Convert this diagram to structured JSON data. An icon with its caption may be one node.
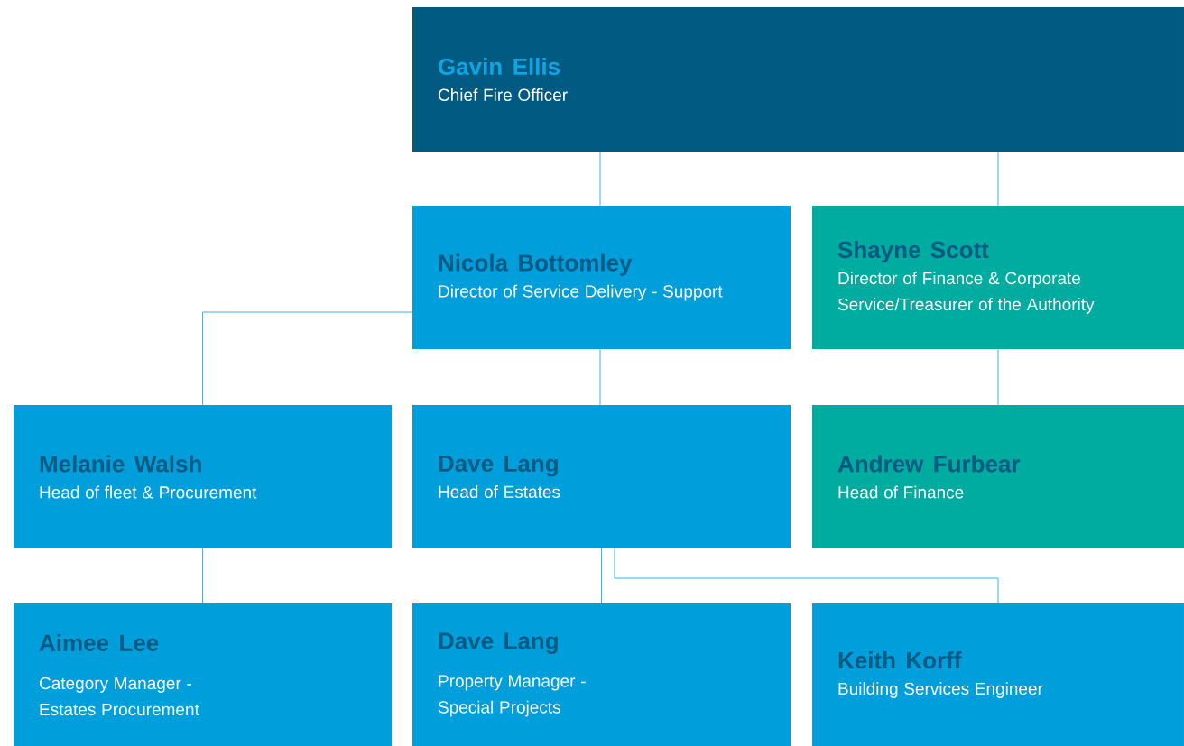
{
  "diagram": {
    "nodes": [
      {
        "text": [
          "Gavin Ellis",
          "Chief Fire Officer"
        ]
      },
      {
        "text": [
          "Nicola Bottomley",
          "Director of Service Delivery - Support"
        ]
      },
      {
        "text": [
          "Shayne Scott",
          "Director of Finance & Corporate Service/Treasurer of the Authority"
        ]
      },
      {
        "text": [
          "Melanie Walsh",
          "Head of fleet & Procurement"
        ]
      },
      {
        "text": [
          "Dave Lang",
          "Head of Estates"
        ]
      },
      {
        "text": [
          "Andrew Furbear",
          "Head of Finance"
        ]
      },
      {
        "text": [
          "Aimee Lee",
          "Category Manager - Estates Procurement"
        ]
      },
      {
        "text": [
          "Dave Lang",
          "Property Manager - Special Projects"
        ]
      },
      {
        "text": [
          "Keith Korff",
          "Building Services Engineer"
        ]
      }
    ],
    "edges": [
      {
        "from": 0,
        "to": 1,
        "arrow": "none"
      },
      {
        "from": 0,
        "to": 2,
        "arrow": "none"
      },
      {
        "from": 1,
        "to": 3,
        "arrow": "none"
      },
      {
        "from": 1,
        "to": 4,
        "arrow": "none"
      },
      {
        "from": 2,
        "to": 5,
        "arrow": "none"
      },
      {
        "from": 3,
        "to": 6,
        "arrow": "none"
      },
      {
        "from": 4,
        "to": 7,
        "arrow": "none"
      },
      {
        "from": 4,
        "to": 8,
        "arrow": "none"
      }
    ]
  }
}
